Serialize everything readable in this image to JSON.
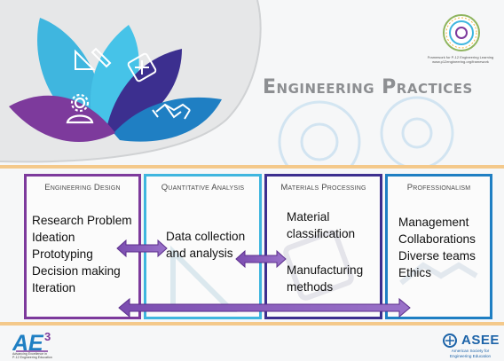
{
  "header": {
    "title": "Engineering Practices",
    "framework_text": [
      "Framework for P-12 Engineering Learning",
      "www.p12engineering.org/framework"
    ]
  },
  "practices": [
    {
      "heading": "Engineering Design",
      "items": [
        "Research Problem",
        "Ideation",
        "Prototyping",
        "Decision making",
        "Iteration"
      ],
      "color": "#7d3a9c"
    },
    {
      "heading": "Quantitative Analysis",
      "items": [
        "Data collection",
        "and analysis"
      ],
      "color": "#3fb6df"
    },
    {
      "heading": "Materials Processing",
      "items": [
        "Material",
        "classification",
        "Manufacturing",
        "methods"
      ],
      "color": "#3c2f8f"
    },
    {
      "heading": "Professionalism",
      "items": [
        "Management",
        "Collaborations",
        "Diverse teams",
        "Ethics"
      ],
      "color": "#1f7fc3"
    }
  ],
  "footer": {
    "ae_logo": "AE",
    "ae_superscript": "3",
    "ae_tagline": [
      "Advancing Excellence in",
      "P-12 Engineering Education"
    ],
    "asee_logo": "ASEE",
    "asee_tagline": [
      "American Society for",
      "Engineering Education"
    ]
  },
  "colors": {
    "purple": "#7d3a9c",
    "light_blue": "#3fb6df",
    "dark_indigo": "#3c2f8f",
    "blue": "#1f7fc3",
    "title_gray": "#8d8f92",
    "band": "#f4c98b",
    "arrow_fill": "#8c5bb8"
  },
  "icons": [
    "gear-person-icon",
    "ruler-pencil-icon",
    "puzzle-icon",
    "handshake-icon",
    "framework-seal-icon"
  ]
}
